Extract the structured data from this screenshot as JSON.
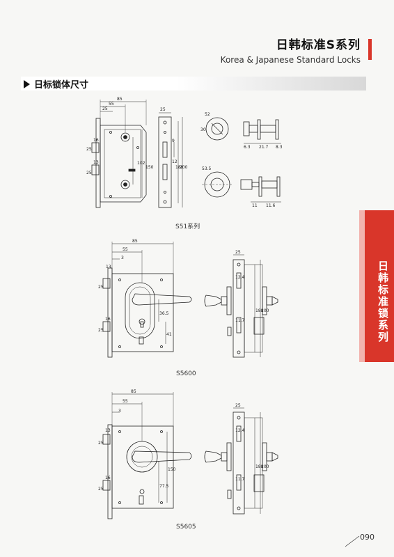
{
  "header": {
    "title_cn": "日韩标准S系列",
    "title_en": "Korea & Japanese Standard Locks"
  },
  "section": {
    "heading": "日标锁体尺寸"
  },
  "side_tab": {
    "label": "日韩标准锁系列"
  },
  "colors": {
    "accent_red": "#d9362a",
    "line": "#222222"
  },
  "figures": [
    {
      "caption": "S51系列",
      "dims": [
        "85",
        "55",
        "25",
        "16",
        "25",
        "13",
        "25",
        "102",
        "150",
        "25",
        "9",
        "12",
        "180",
        "200",
        "52",
        "30",
        "6.3",
        "21.7",
        "8.3",
        "53.5",
        "11",
        "11.6"
      ]
    },
    {
      "caption": "S5600",
      "dims": [
        "85",
        "55",
        "3",
        "13",
        "25",
        "16",
        "25",
        "36.5",
        "41",
        "25",
        "12.4",
        "180",
        "200",
        "11.7"
      ]
    },
    {
      "caption": "S5605",
      "dims": [
        "85",
        "55",
        "3",
        "13",
        "25",
        "16",
        "25",
        "150",
        "77.5",
        "25",
        "12.4",
        "180",
        "200",
        "11.7"
      ]
    }
  ],
  "page_number": "090"
}
